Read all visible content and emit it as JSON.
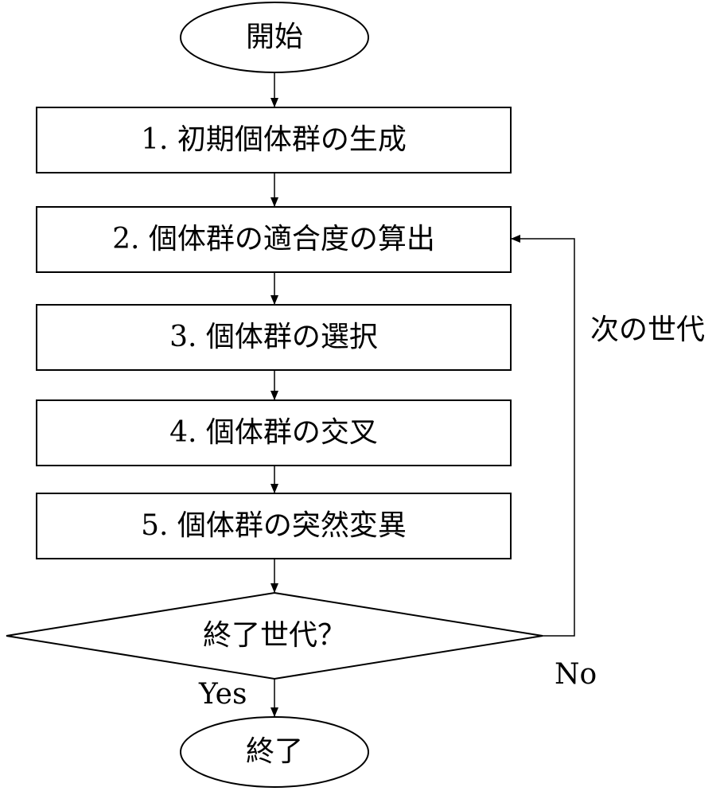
{
  "nodes": {
    "start": "開始",
    "step1": "1. 初期個体群の生成",
    "step2": "2. 個体群の適合度の算出",
    "step3": "3. 個体群の選択",
    "step4": "4. 個体群の交叉",
    "step5": "5. 個体群の突然変異",
    "decision": "終了世代？",
    "end": "終了"
  },
  "labels": {
    "loop": "次の世代",
    "no": "No",
    "yes": "Yes"
  }
}
